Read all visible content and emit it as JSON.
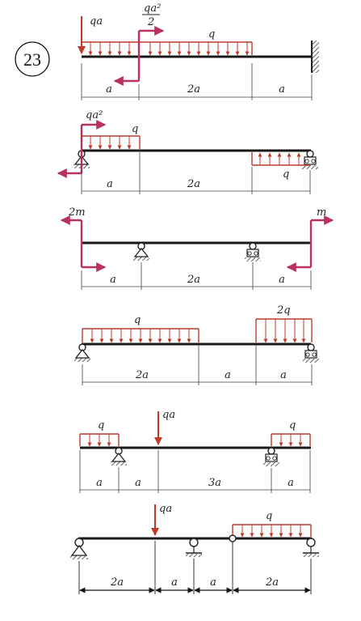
{
  "problem_number": "23",
  "colors": {
    "beam": "#1a1a1a",
    "load": "#c0392b",
    "moment": "#b83160",
    "support": "#222222"
  },
  "labels": {
    "qa": "qa",
    "qa2_num": "qa²",
    "qa2_den": "2",
    "qa2": "qa²",
    "q": "q",
    "two_q": "2q",
    "two_m": "2m",
    "m": "m",
    "a": "a",
    "two_a": "2a",
    "three_a": "3a"
  },
  "icons": {
    "fixed_wall": "fixed-wall-icon",
    "pin_support": "pin-support-icon",
    "roller_support": "roller-support-icon",
    "hinge": "hinge-icon"
  },
  "schemes": [
    {
      "id": 1,
      "loads": [
        "qa (point)",
        "qa²/2 (moment)",
        "q (distributed)"
      ],
      "spans": [
        "a",
        "2a",
        "a"
      ],
      "support": "fixed wall right"
    },
    {
      "id": 2,
      "loads": [
        "qa² (moment)",
        "q (distributed)",
        "q (distributed, upward)"
      ],
      "spans": [
        "a",
        "2a",
        "a"
      ],
      "support": "pin left, roller right"
    },
    {
      "id": 3,
      "loads": [
        "2m (moment)",
        "m (moment)"
      ],
      "spans": [
        "a",
        "2a",
        "a"
      ],
      "support": "pin, roller"
    },
    {
      "id": 4,
      "loads": [
        "q (distributed)",
        "2q (distributed)"
      ],
      "spans": [
        "2a",
        "a",
        "a"
      ],
      "support": "pin left, roller right"
    },
    {
      "id": 5,
      "loads": [
        "q (distributed)",
        "qa (point)",
        "q (distributed)"
      ],
      "spans": [
        "a",
        "a",
        "3a",
        "a"
      ],
      "support": "pin, roller"
    },
    {
      "id": 6,
      "loads": [
        "qa (point)",
        "q (distributed)"
      ],
      "spans": [
        "2a",
        "a",
        "a",
        "2a"
      ],
      "support": "pin, roller, hinge, roller"
    }
  ]
}
